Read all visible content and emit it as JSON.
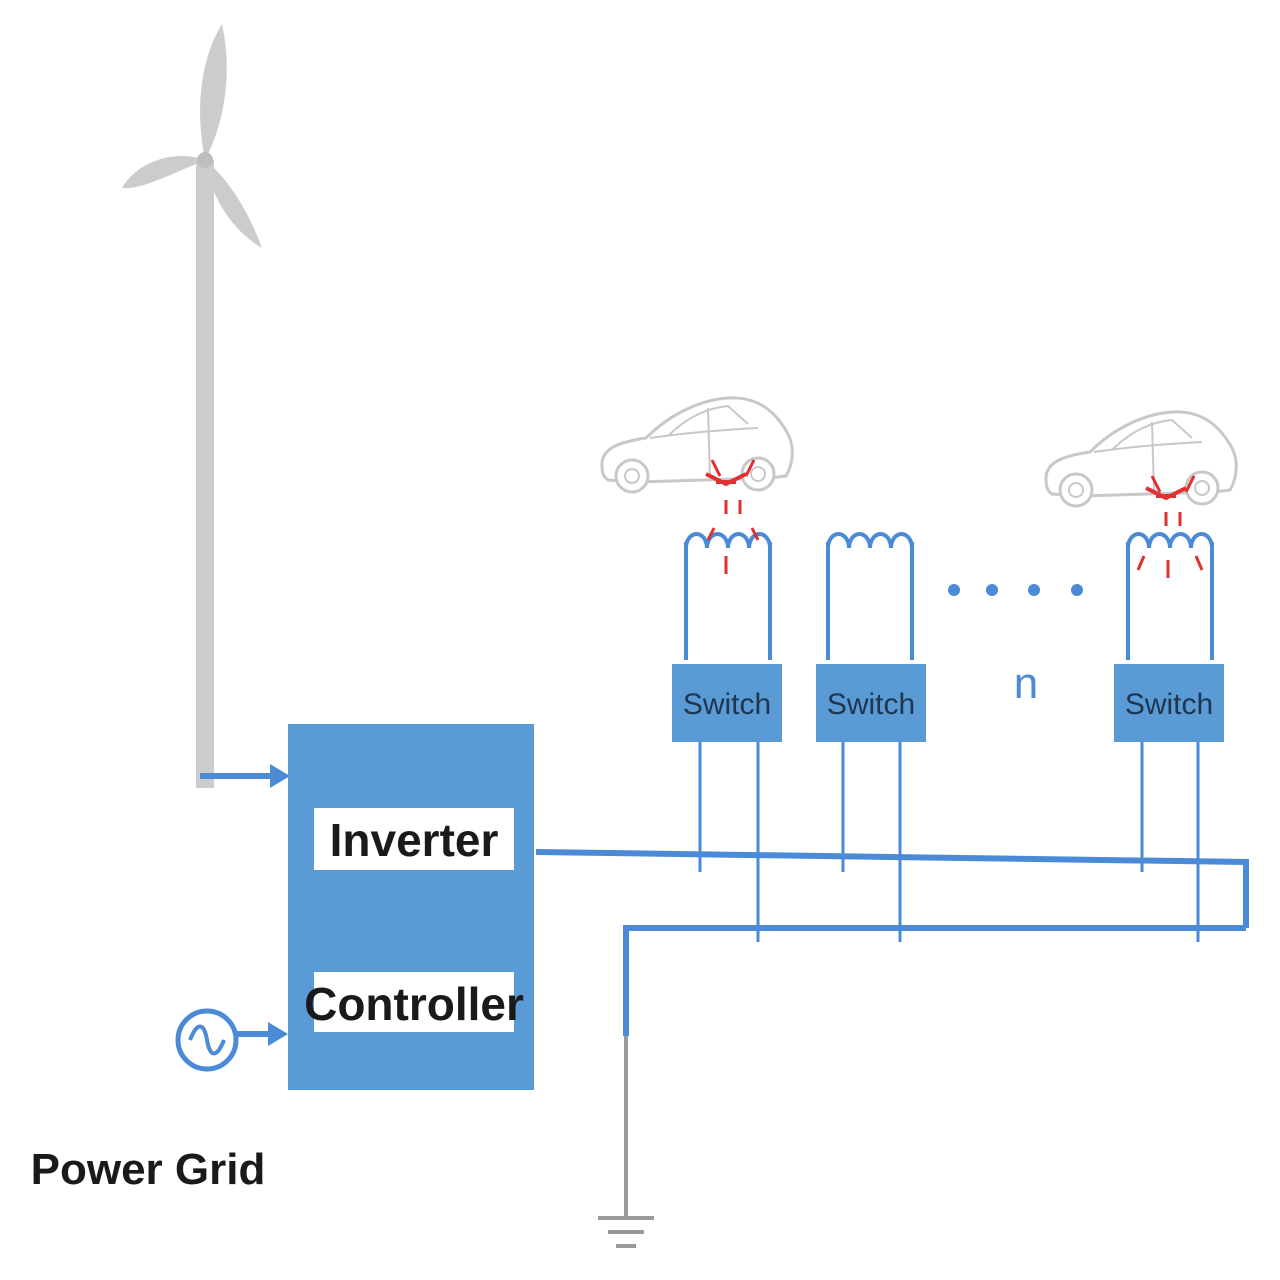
{
  "diagram": {
    "inverter_label": "Inverter",
    "controller_label": "Controller",
    "power_grid_label": "Power Grid",
    "switch_labels": [
      "Switch",
      "Switch",
      "Switch"
    ],
    "count_label": "n"
  },
  "colors": {
    "line_blue": "#4a8ad6",
    "box_blue": "#5b9bd5",
    "turbine_gray": "#cccccc",
    "ground_gray": "#9a9a9a",
    "signal_red": "#e03030",
    "car_outline": "#c8c8c8"
  },
  "icons": {
    "turbine": "wind-turbine-icon",
    "grid": "ac-source-icon",
    "car": "electric-car-icon",
    "coil": "induction-coil-icon",
    "ground": "ground-symbol-icon"
  }
}
